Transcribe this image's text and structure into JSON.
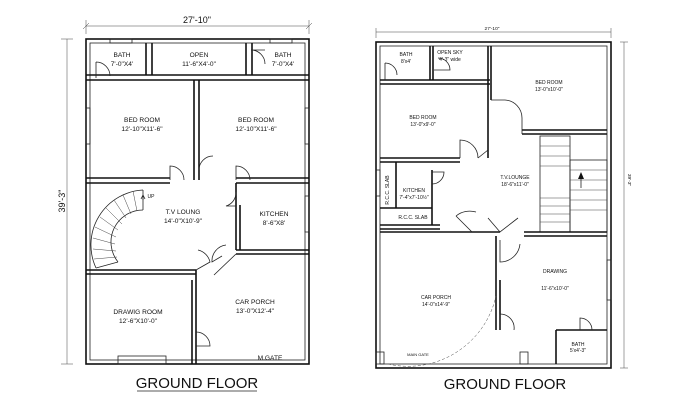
{
  "plans": [
    {
      "title": "GROUND FLOOR",
      "width_label": "27'-10\"",
      "height_label": "39'-3\"",
      "rooms": [
        {
          "name": "BATH",
          "size": "7'-0\"X4'"
        },
        {
          "name": "OPEN",
          "size": "11'-6\"X4'-0\""
        },
        {
          "name": "BATH",
          "size": "7'-0\"X4'"
        },
        {
          "name": "BED ROOM",
          "size": "12'-10\"X11'-6\""
        },
        {
          "name": "BED ROOM",
          "size": "12'-10\"X11'-6\""
        },
        {
          "name": "T.V LOUNG",
          "size": "14'-0\"X10'-9\""
        },
        {
          "name": "KITCHEN",
          "size": "8'-6\"X8'"
        },
        {
          "name": "DRAWIG ROOM",
          "size": "12'-6\"X10'-0\""
        },
        {
          "name": "CAR PORCH",
          "size": "13'-0\"X12'-4\""
        }
      ],
      "labels": {
        "up": "UP",
        "gate": "M.GATE"
      }
    },
    {
      "title": "GROUND FLOOR",
      "width_label": "27'-10\"",
      "height_label": "39'-3\"",
      "rooms": [
        {
          "name": "BATH",
          "size": "8'x4'"
        },
        {
          "name": "OPEN SKY",
          "size": "4'-3\" wide"
        },
        {
          "name": "BED ROOM",
          "size": "13'-0\"x10'-0\""
        },
        {
          "name": "BED ROOM",
          "size": "13'-0\"x9'-0\""
        },
        {
          "name": "KITCHEN",
          "size": "7'-4\"x7'-10½\""
        },
        {
          "name": "T.V.LOUNGE",
          "size": "18'-6\"x11'-0\""
        },
        {
          "name": "CAR PORCH",
          "size": "14'-0\"x14'-9\""
        },
        {
          "name": "DRAWING",
          "size": "11'-6\"x10'-0\""
        },
        {
          "name": "BATH",
          "size": "5'x4'-3\""
        }
      ],
      "labels": {
        "rcc_slab_vertical": "R.C.C. SLAB",
        "rcc_slab": "R.C.C. SLAB",
        "main_gate": "MAIN GATE"
      }
    }
  ]
}
